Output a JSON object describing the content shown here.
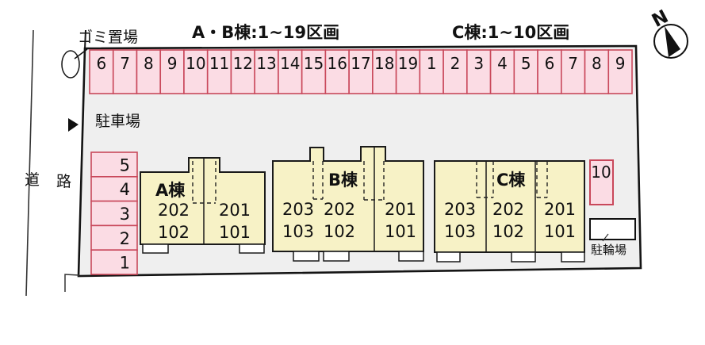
{
  "site": {
    "garbage_label": "ゴミ置場",
    "ab_title": "A・B棟:1~19区画",
    "c_title": "C棟:1~10区画",
    "parking_label": "駐車場",
    "road_label_1": "道",
    "road_label_2": "路",
    "bicycle_label": "駐輪場",
    "north_label": "N"
  },
  "parking": {
    "top_row": [
      "6",
      "7",
      "8",
      "9",
      "10",
      "11",
      "12",
      "13",
      "14",
      "15",
      "16",
      "17",
      "18",
      "19",
      "1",
      "2",
      "3",
      "4",
      "5",
      "6",
      "7",
      "8",
      "9"
    ],
    "left_column": [
      "5",
      "4",
      "3",
      "2",
      "1"
    ],
    "right_space": "10"
  },
  "buildings": [
    {
      "id": "A",
      "label": "A棟",
      "units": [
        {
          "upper": "202",
          "lower": "102"
        },
        {
          "upper": "201",
          "lower": "101"
        }
      ]
    },
    {
      "id": "B",
      "label": "B棟",
      "units": [
        {
          "upper": "203",
          "lower": "103"
        },
        {
          "upper": "202",
          "lower": "102"
        },
        {
          "upper": "201",
          "lower": "101"
        }
      ]
    },
    {
      "id": "C",
      "label": "C棟",
      "units": [
        {
          "upper": "203",
          "lower": "103"
        },
        {
          "upper": "202",
          "lower": "102"
        },
        {
          "upper": "201",
          "lower": "101"
        }
      ]
    }
  ],
  "colors": {
    "space_fill": "#fbdce4",
    "space_border": "#c9485b",
    "building_fill": "#f7f2c6",
    "building_border": "#1a1a1a",
    "site_fill": "#efefef",
    "porch_fill": "#ffffff",
    "line": "#111111"
  }
}
